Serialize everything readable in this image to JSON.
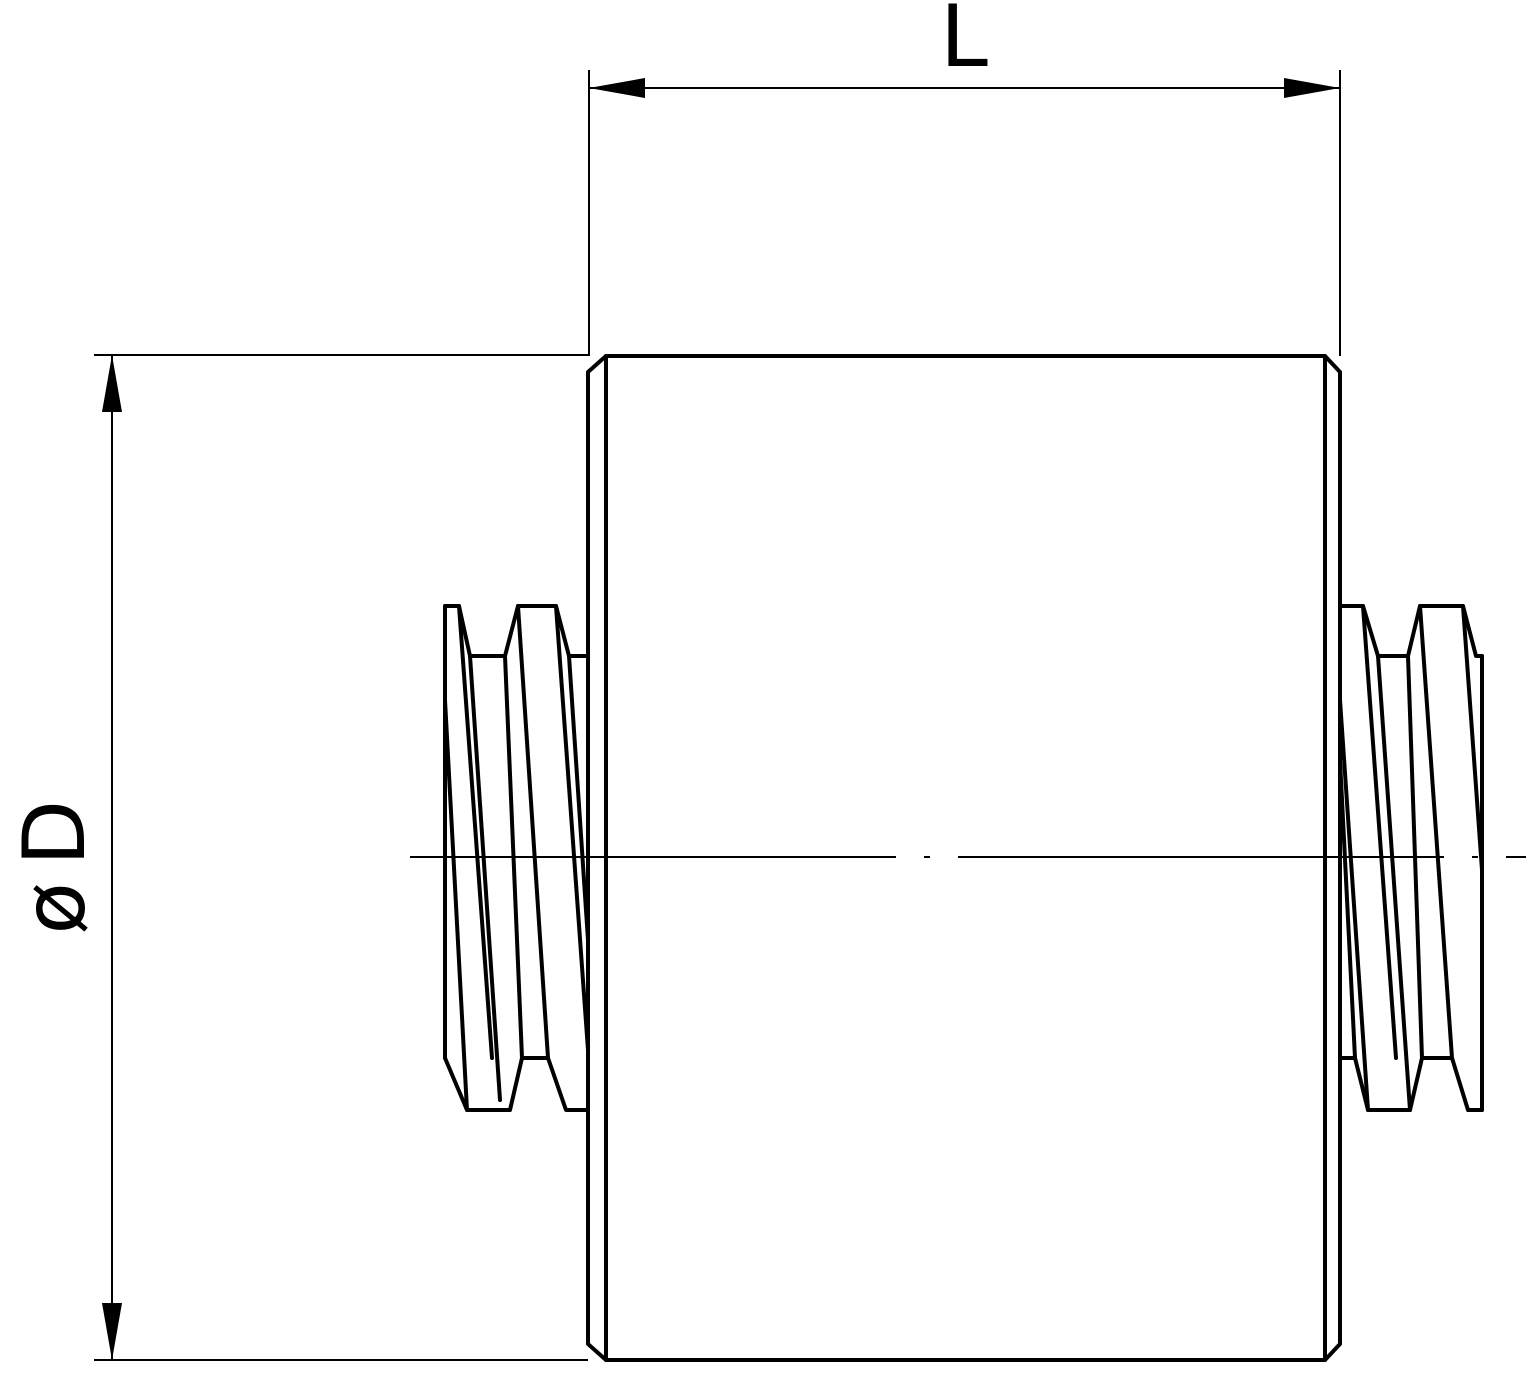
{
  "dimensions": {
    "length_label": "L",
    "diameter_symbol": "ø",
    "diameter_label": "D"
  },
  "colors": {
    "line": "#000000",
    "background": "#ffffff"
  }
}
